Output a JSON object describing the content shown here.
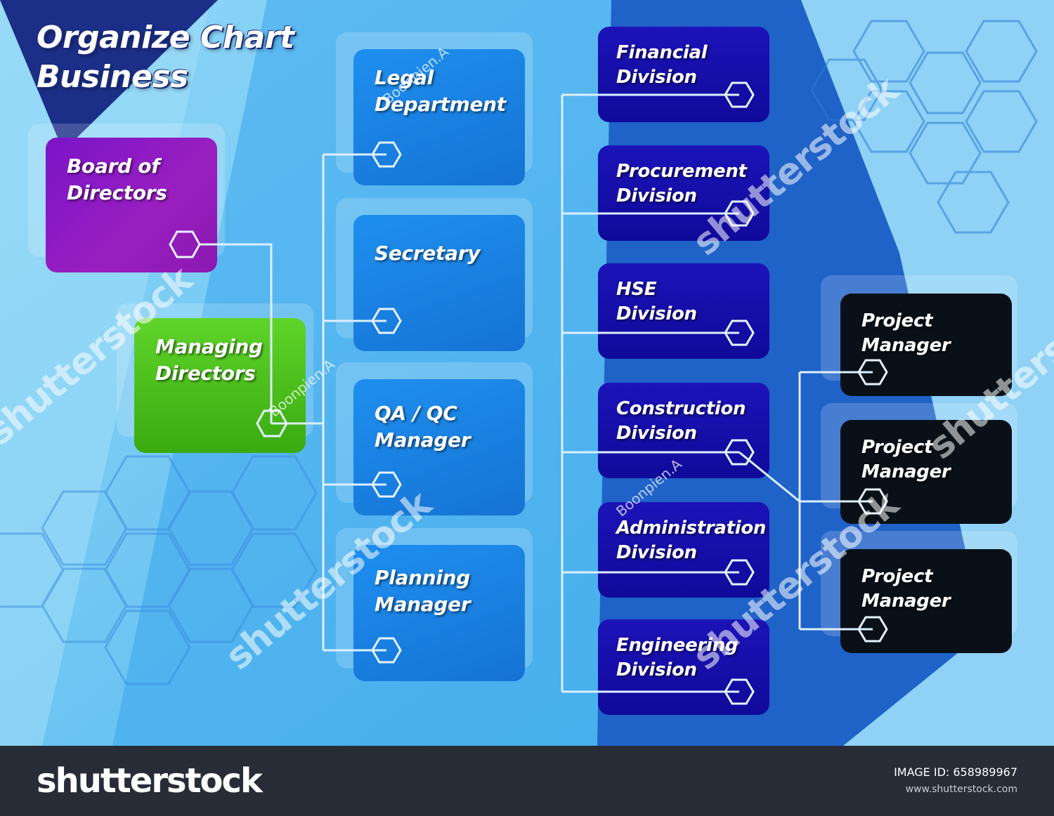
{
  "title": {
    "line1": "Organize Chart",
    "line2": "Business"
  },
  "nodes": {
    "board": "Board of\nDirectors",
    "managing": "Managing\nDirectors",
    "legal": "Legal\nDepartment",
    "secretary": "Secretary",
    "qaqc": "QA / QC\nManager",
    "planning": "Planning\nManager",
    "financial": "Financial\nDivision",
    "procurement": "Procurement\nDivision",
    "hse": "HSE\nDivision",
    "construction": "Construction\nDivision",
    "administration": "Administration\nDivision",
    "engineering": "Engineering\nDivision",
    "pm1": "Project\nManager",
    "pm2": "Project\nManager",
    "pm3": "Project\nManager"
  },
  "watermarks": {
    "main": "shutterstock",
    "author": "Boonpien.A"
  },
  "footer": {
    "brand": "shutterstock",
    "image_id": "IMAGE ID: 658989967",
    "site": "www.shutterstock.com"
  },
  "colors": {
    "background": "#6fc6f2",
    "board": "#8a18c0",
    "managing": "#4cc01c",
    "departments": "#1a82e4",
    "divisions": "#120ca6",
    "project_managers": "#0a1018",
    "connectors": "#d8ecff"
  }
}
